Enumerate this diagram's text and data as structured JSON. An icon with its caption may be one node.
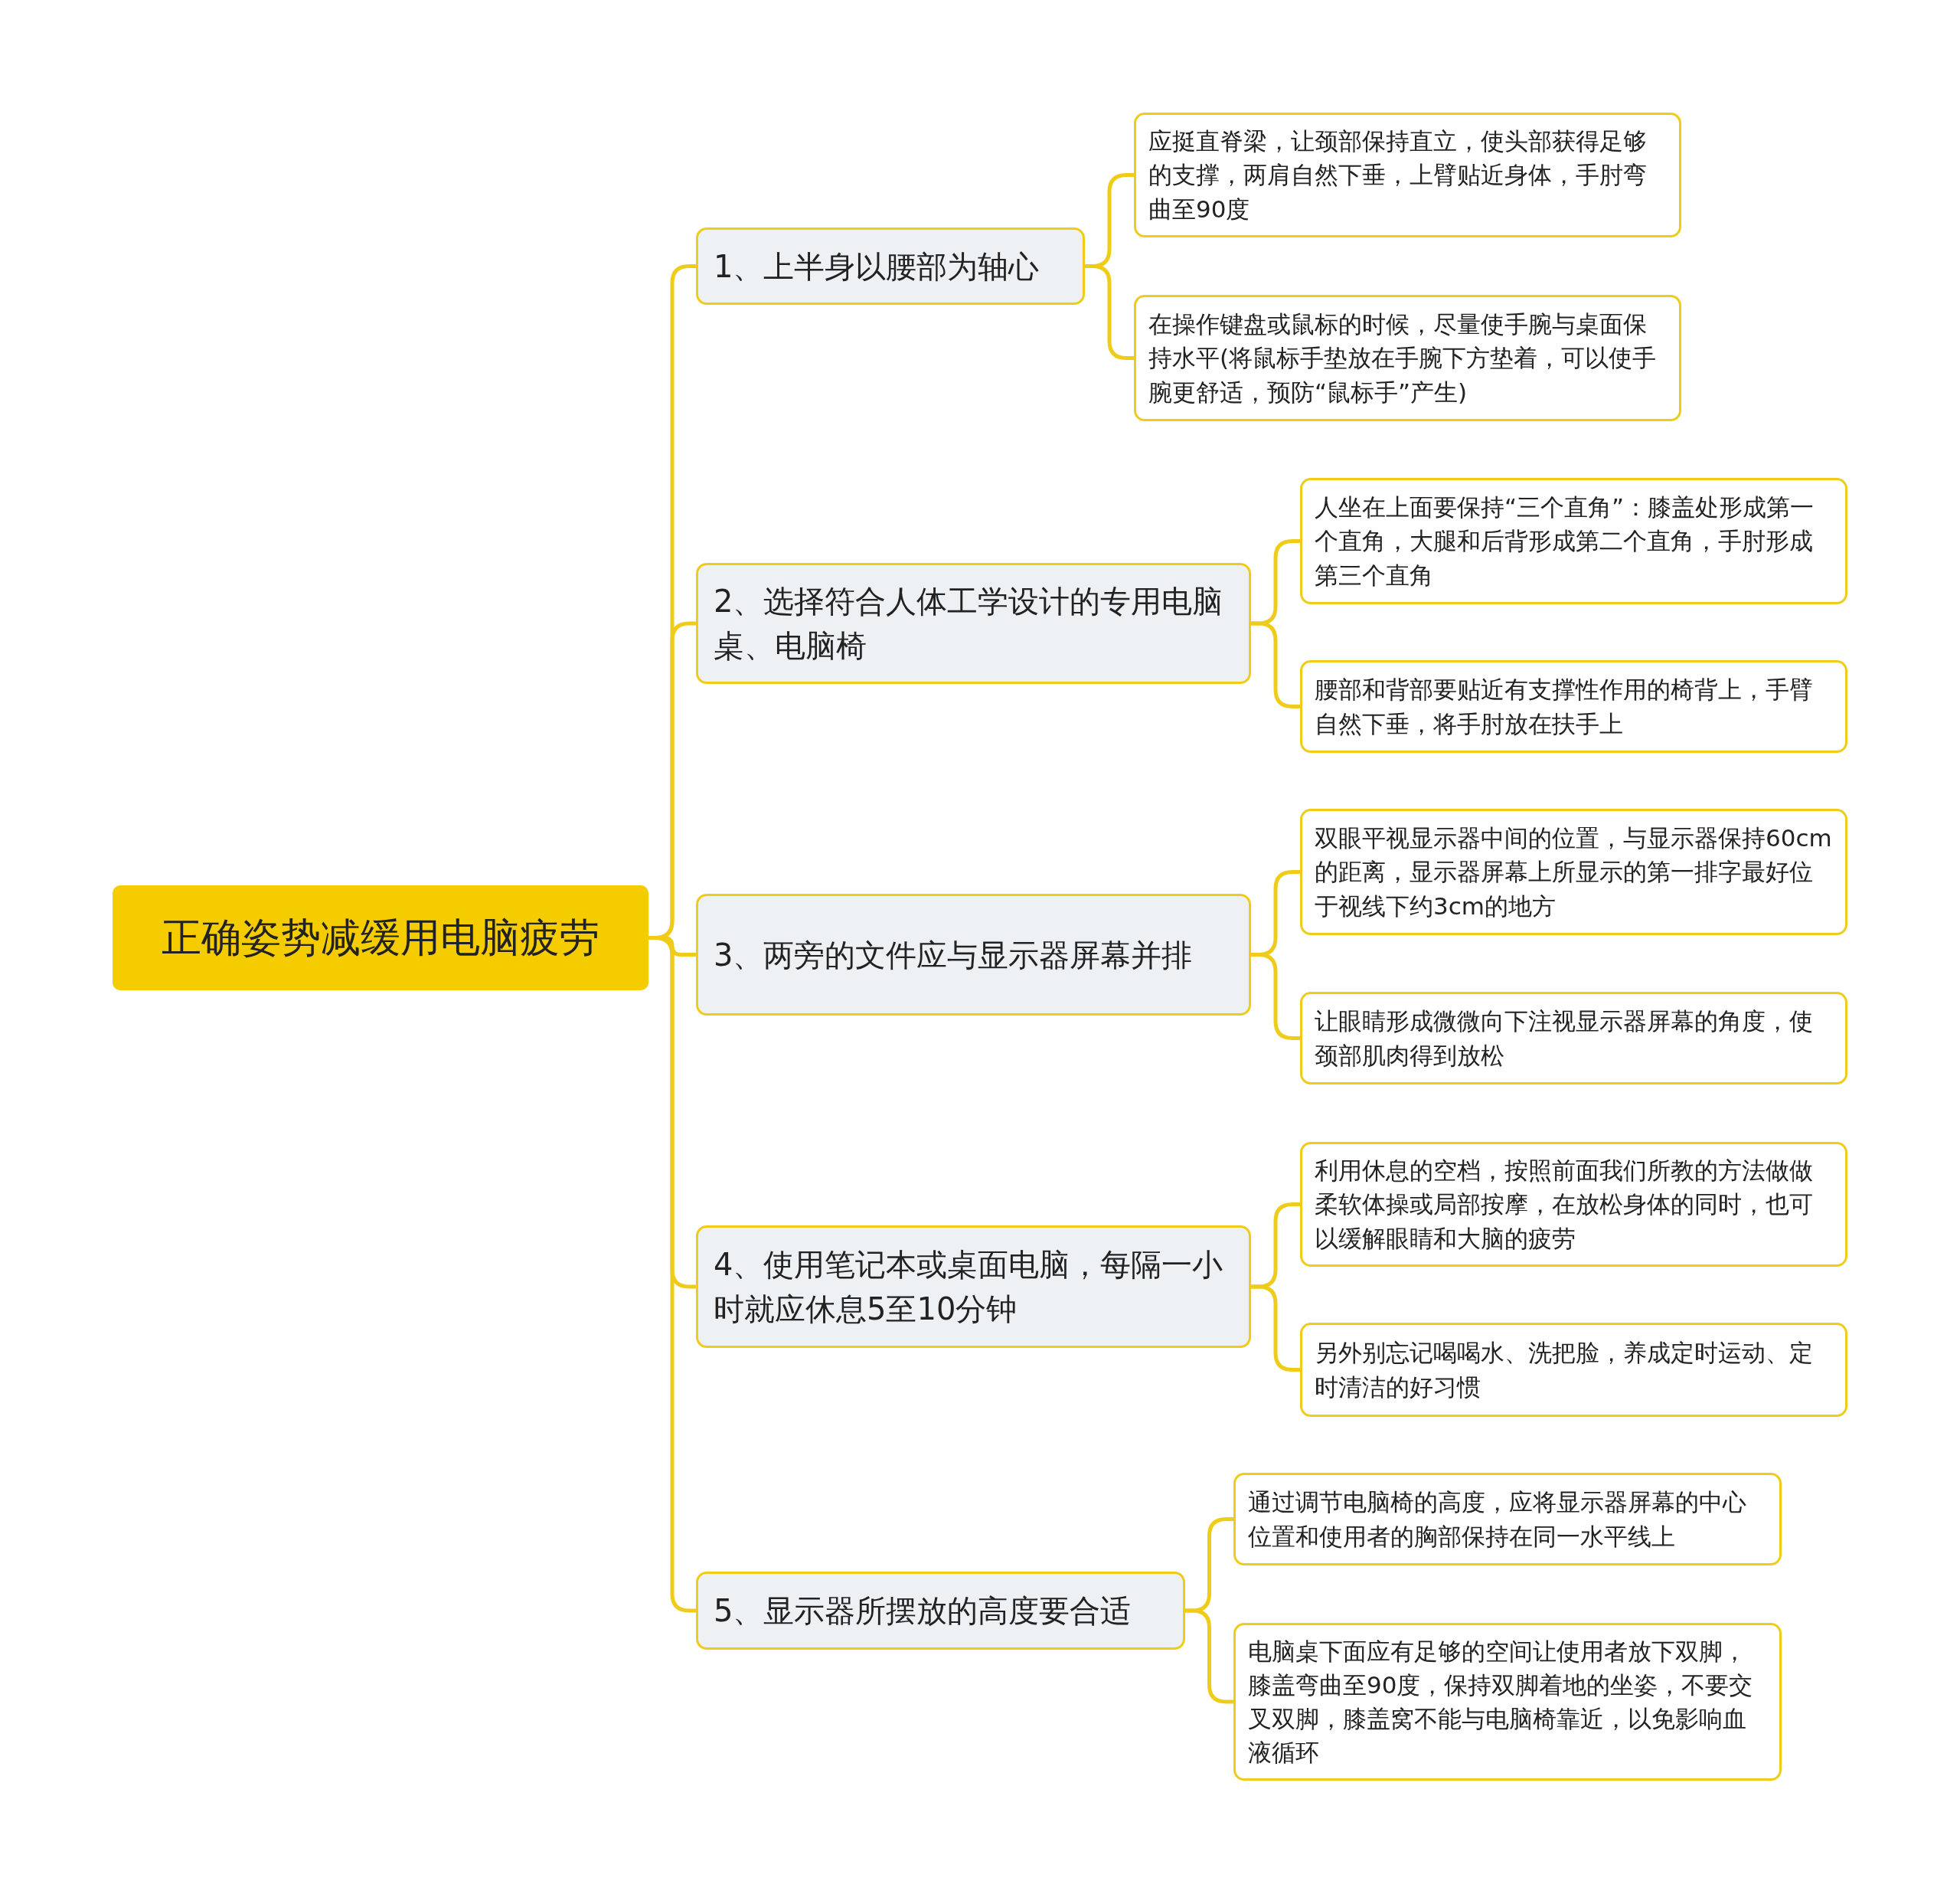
{
  "diagram": {
    "nodes": [
      {
        "text": [
          "正确姿势减缓用电脑疲劳"
        ]
      },
      {
        "text": [
          "1、上半身以腰部为轴心"
        ]
      },
      {
        "text": [
          "应挺直脊梁，让颈部保持直立，使头部获得足够的支撑，两肩自然下垂，上臂贴近身体，手肘弯曲至90度"
        ]
      },
      {
        "text": [
          "在操作键盘或鼠标的时候，尽量使手腕与桌面保持水平(将鼠标手垫放在手腕下方垫着，可以使手腕更舒适，预防“鼠标手”产生)"
        ]
      },
      {
        "text": [
          "2、选择符合人体工学设计的专用电脑桌、电脑椅"
        ]
      },
      {
        "text": [
          "人坐在上面要保持“三个直角”：膝盖处形成第一个直角，大腿和后背形成第二个直角，手肘形成第三个直角"
        ]
      },
      {
        "text": [
          "腰部和背部要贴近有支撑性作用的椅背上，手臂自然下垂，将手肘放在扶手上"
        ]
      },
      {
        "text": [
          "3、两旁的文件应与显示器屏幕并排"
        ]
      },
      {
        "text": [
          "双眼平视显示器中间的位置，与显示器保持60cm的距离，显示器屏幕上所显示的第一排字最好位于视线下约3cm的地方"
        ]
      },
      {
        "text": [
          "让眼睛形成微微向下注视显示器屏幕的角度，使颈部肌肉得到放松"
        ]
      },
      {
        "text": [
          "4、使用笔记本或桌面电脑，每隔一小时就应休息5至10分钟"
        ]
      },
      {
        "text": [
          "利用休息的空档，按照前面我们所教的方法做做柔软体操或局部按摩，在放松身体的同时，也可以缓解眼睛和大脑的疲劳"
        ]
      },
      {
        "text": [
          "另外别忘记喝喝水、洗把脸，养成定时运动、定时清洁的好习惯"
        ]
      },
      {
        "text": [
          "5、显示器所摆放的高度要合适"
        ]
      },
      {
        "text": [
          "通过调节电脑椅的高度，应将显示器屏幕的中心位置和使用者的胸部保持在同一水平线上"
        ]
      },
      {
        "text": [
          "电脑桌下面应有足够的空间让使用者放下双脚，膝盖弯曲至90度，保持双脚着地的坐姿，不要交叉双脚，膝盖窝不能与电脑椅靠近，以免影响血液循环"
        ]
      }
    ],
    "edges": [
      {
        "from": 0,
        "to": 1,
        "arrow": "none"
      },
      {
        "from": 0,
        "to": 4,
        "arrow": "none"
      },
      {
        "from": 0,
        "to": 7,
        "arrow": "none"
      },
      {
        "from": 0,
        "to": 10,
        "arrow": "none"
      },
      {
        "from": 0,
        "to": 13,
        "arrow": "none"
      },
      {
        "from": 1,
        "to": 2,
        "arrow": "none"
      },
      {
        "from": 1,
        "to": 3,
        "arrow": "none"
      },
      {
        "from": 4,
        "to": 5,
        "arrow": "none"
      },
      {
        "from": 4,
        "to": 6,
        "arrow": "none"
      },
      {
        "from": 7,
        "to": 8,
        "arrow": "none"
      },
      {
        "from": 7,
        "to": 9,
        "arrow": "none"
      },
      {
        "from": 10,
        "to": 11,
        "arrow": "none"
      },
      {
        "from": 10,
        "to": 12,
        "arrow": "none"
      },
      {
        "from": 13,
        "to": 14,
        "arrow": "none"
      },
      {
        "from": 13,
        "to": 15,
        "arrow": "none"
      }
    ]
  }
}
